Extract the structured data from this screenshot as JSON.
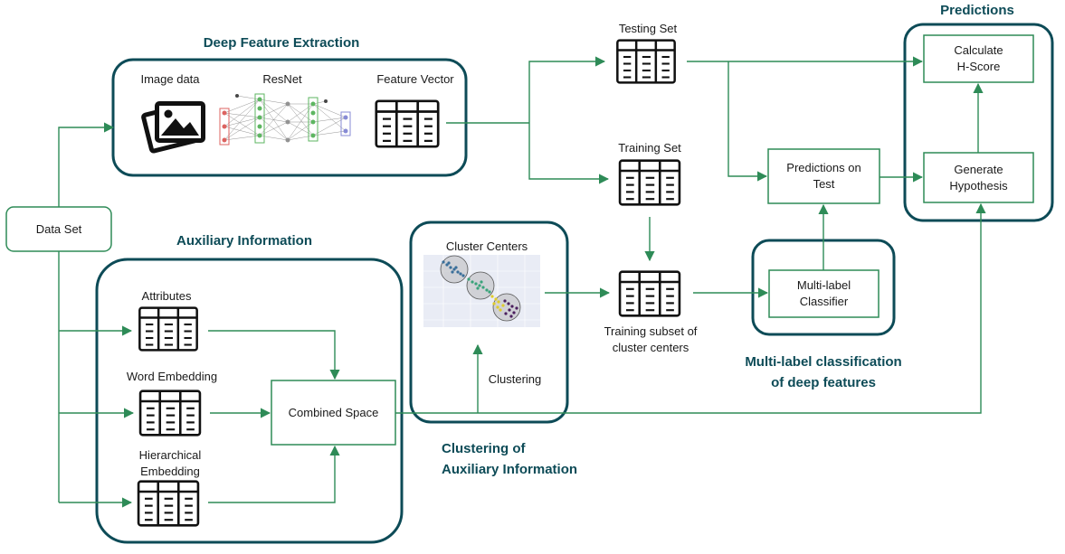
{
  "sections": {
    "deep_feature_extraction": "Deep Feature Extraction",
    "auxiliary_information": "Auxiliary Information",
    "clustering_title_line1": "Clustering of",
    "clustering_title_line2": "Auxiliary Information",
    "multilabel_title_line1": "Multi-label classification",
    "multilabel_title_line2": "of deep features",
    "predictions": "Predictions"
  },
  "labels": {
    "image_data": "Image data",
    "resnet": "ResNet",
    "feature_vector": "Feature Vector",
    "data_set": "Data Set",
    "attributes": "Attributes",
    "word_embedding": "Word Embedding",
    "hierarchical_line1": "Hierarchical",
    "hierarchical_line2": "Embedding",
    "combined_space": "Combined Space",
    "cluster_centers": "Cluster Centers",
    "clustering": "Clustering",
    "testing_set": "Testing Set",
    "training_set": "Training Set",
    "training_subset_line1": "Training subset of",
    "training_subset_line2": "cluster centers",
    "multilabel_line1": "Multi-label",
    "multilabel_line2": "Classifier",
    "predictions_test_line1": "Predictions on",
    "predictions_test_line2": "Test",
    "calculate_line1": "Calculate",
    "calculate_line2": "H-Score",
    "generate_line1": "Generate",
    "generate_line2": "Hypothesis"
  },
  "colors": {
    "arrow": "#2e8b57",
    "frame": "#0d4b57",
    "table": "#111111",
    "cluster_blue": "#3a6f9a",
    "cluster_green": "#3aa37a",
    "cluster_yellow": "#e0cc2a",
    "cluster_purple": "#4b1f5e"
  }
}
